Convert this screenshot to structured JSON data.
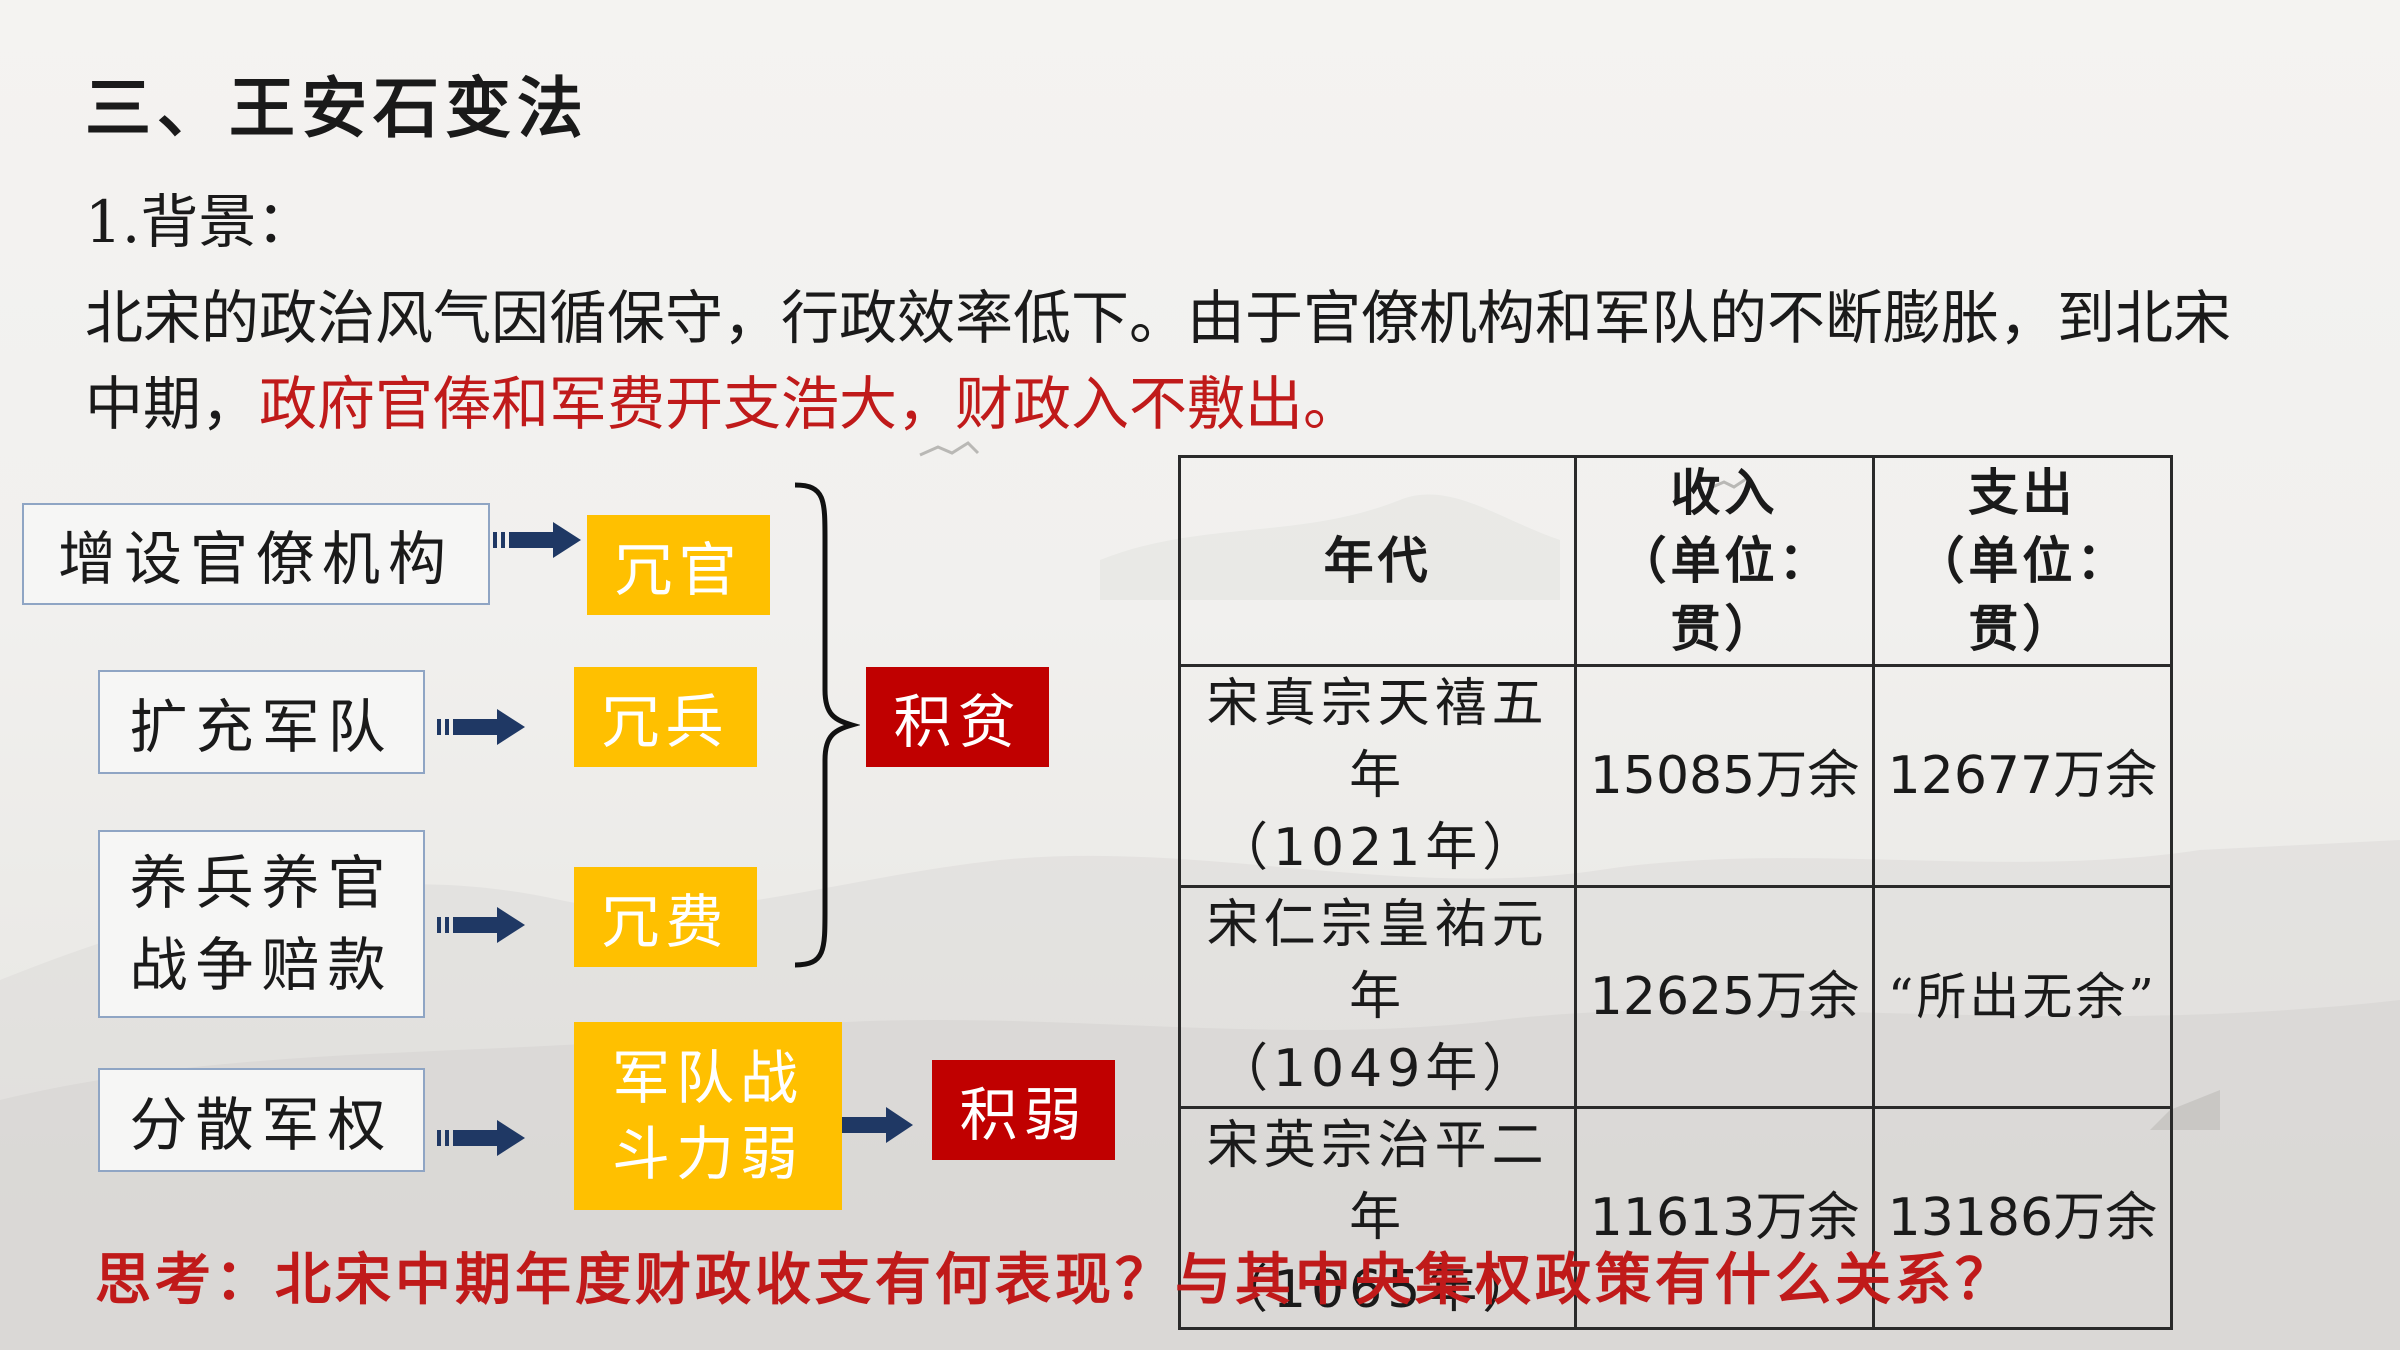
{
  "title": "三、王安石变法",
  "subtitle": "1.背景：",
  "paragraph": {
    "normal": "北宋的政治风气因循保守，行政效率低下。由于官僚机构和军队的不断膨胀，到北宋中期，",
    "highlight": "政府官俸和军费开支浩大，财政入不敷出。"
  },
  "diagram": {
    "causes": [
      "增设官僚机构",
      "扩充军队",
      "养兵养官",
      "战争赔款",
      "分散军权"
    ],
    "effects": [
      "冗官",
      "冗兵",
      "冗费"
    ],
    "weak_effect": [
      "军队战",
      "斗力弱"
    ],
    "result_poor": "积贫",
    "result_weak": "积弱"
  },
  "table": {
    "headers": {
      "era": "年代",
      "income": [
        "收入",
        "（单位：贯）"
      ],
      "expense": [
        "支出",
        "（单位：贯）"
      ]
    },
    "rows": [
      {
        "era": "宋真宗天禧五年",
        "year": "（1021年）",
        "income": "15085万余",
        "expense": "12677万余"
      },
      {
        "era": "宋仁宗皇祐元年",
        "year": "（1049年）",
        "income": "12625万余",
        "expense": "“所出无余”"
      },
      {
        "era": "宋英宗治平二年",
        "year": "（1065年）",
        "income": "11613万余",
        "expense": "13186万余"
      }
    ]
  },
  "question": "思考：北宋中期年度财政收支有何表现？与其中央集权政策有什么关系？",
  "colors": {
    "highlight_red": "#c01a1a",
    "tag_yellow": "#ffc000",
    "tag_red": "#c00000",
    "arrow_blue": "#1f3864"
  }
}
